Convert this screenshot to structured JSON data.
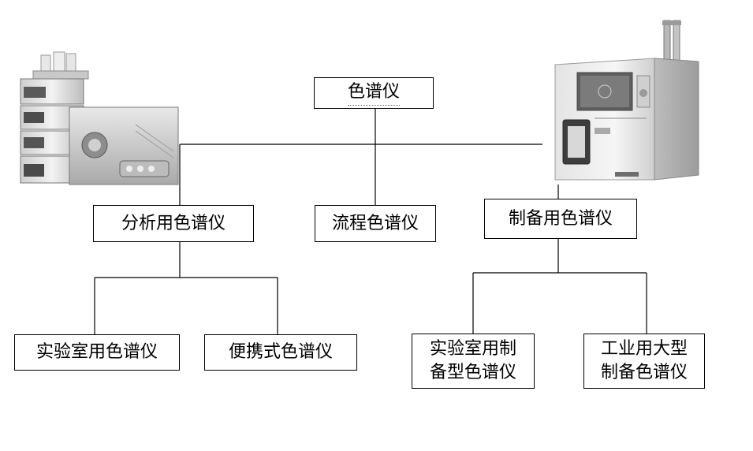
{
  "root": {
    "label": "色谱仪"
  },
  "level1": [
    {
      "label": "分析用色谱仪"
    },
    {
      "label": "流程色谱仪"
    },
    {
      "label": "制备用色谱仪"
    }
  ],
  "level2_analysis": [
    {
      "label": "实验室用色谱仪"
    },
    {
      "label": "便携式色谱仪"
    }
  ],
  "level2_prep": [
    {
      "line1": "实验室用制",
      "line2": "备型色谱仪"
    },
    {
      "line1": "工业用大型",
      "line2": "制备色谱仪"
    }
  ],
  "images": {
    "left": "hplc-instrument-photo",
    "right": "prep-chromatograph-instrument-photo"
  }
}
